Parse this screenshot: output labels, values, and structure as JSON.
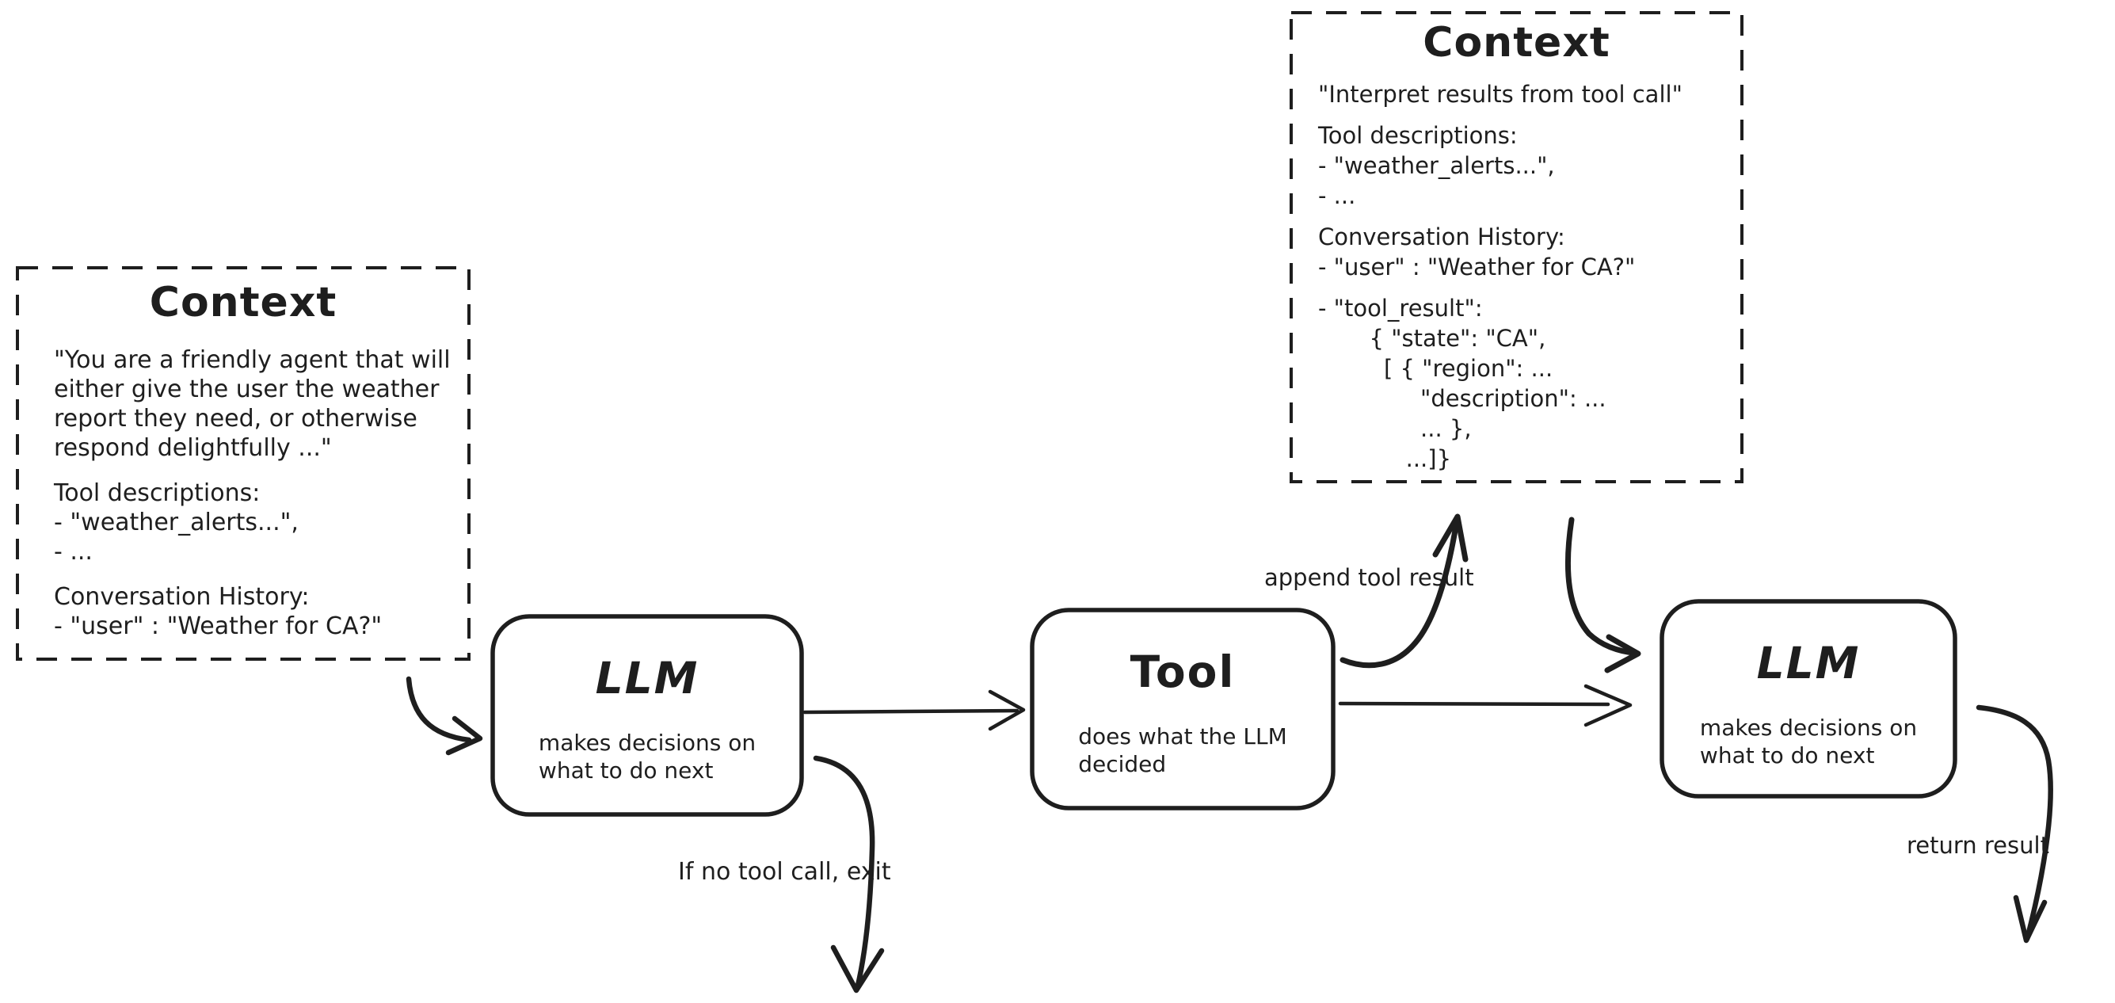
{
  "colors": {
    "ink": "#1e1e1e",
    "background": "#ffffff"
  },
  "context_initial": {
    "title": "Context",
    "paragraphs": [
      [
        "\"You are a friendly agent that will",
        "either give the user the weather",
        "report they need, or otherwise",
        "respond delightfully ...\""
      ],
      [
        "Tool descriptions:",
        "- \"weather_alerts...\",",
        "- ..."
      ],
      [
        "Conversation History:",
        "- \"user\" : \"Weather for CA?\""
      ]
    ]
  },
  "context_tool_result": {
    "title": "Context",
    "paragraphs": [
      [
        "\"Interpret results from tool call\""
      ],
      [
        "Tool descriptions:",
        "- \"weather_alerts...\",",
        "- ..."
      ],
      [
        "Conversation History:",
        "- \"user\" : \"Weather for CA?\""
      ],
      [
        "- \"tool_result\":",
        "       { \"state\": \"CA\",",
        "         [ { \"region\": ...",
        "              \"description\": ...",
        "              ... },",
        "            ...]}"
      ]
    ]
  },
  "nodes": {
    "llm_first": {
      "title": "LLM",
      "description": [
        "makes decisions on",
        "what to do next"
      ]
    },
    "tool": {
      "title": "Tool",
      "description": [
        "does what the LLM",
        "decided"
      ]
    },
    "llm_second": {
      "title": "LLM",
      "description": [
        "makes decisions on",
        "what to do next"
      ]
    }
  },
  "edge_labels": {
    "append_tool_result": "append tool result",
    "no_tool_call_exit": "If no tool call, exit",
    "return_result": "return result"
  }
}
